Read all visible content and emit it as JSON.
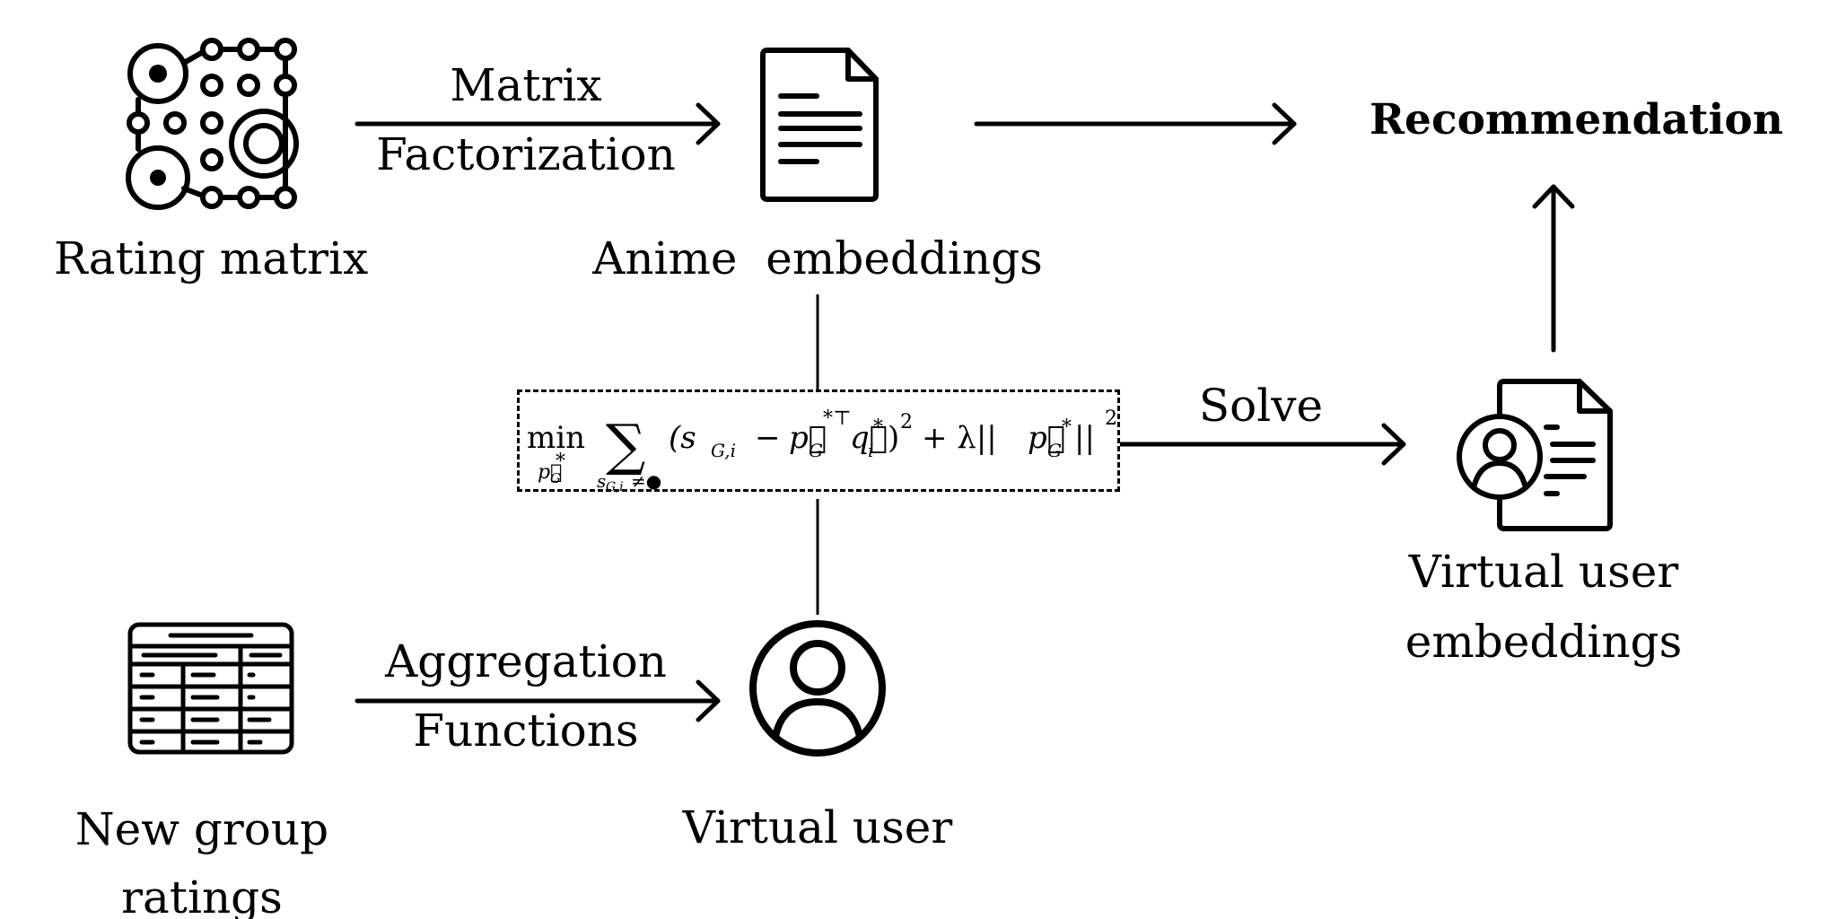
{
  "nodes": {
    "rating_matrix": {
      "label": "Rating matrix"
    },
    "anime_embeddings": {
      "label": "Anime  embeddings"
    },
    "recommendation": {
      "label": "Recommendation"
    },
    "virtual_user_embeddings": {
      "label_line1": "Virtual user",
      "label_line2": "embeddings"
    },
    "new_group_ratings": {
      "label_line1": "New group",
      "label_line2": "ratings"
    },
    "virtual_user": {
      "label": "Virtual user"
    }
  },
  "edges": {
    "matrix_factorization": {
      "line1": "Matrix",
      "line2": "Factorization"
    },
    "aggregation_functions": {
      "line1": "Aggregation",
      "line2": "Functions"
    },
    "solve": {
      "label": "Solve"
    }
  },
  "formula": {
    "min": "min",
    "min_sub": "p⃗",
    "min_sub_g": "G",
    "star": "*",
    "sum": "∑",
    "sum_sub": "s",
    "sum_sub_idx": "G,i",
    "sum_sub_rest": "≠●",
    "body": "(s",
    "body_sub": "G,i",
    "minus": "−",
    "p": "p⃗",
    "p_sub": "G",
    "p_sup": "*⊤",
    "q": "q⃗",
    "q_sub": "i",
    "q_sup": "*",
    "close": ")",
    "sq": "2",
    "plus_lambda": "+ λ||",
    "p2": "p⃗",
    "p2_sub": "G",
    "p2_sup": "*",
    "norm_close": "||",
    "sq2": "2"
  },
  "icons": {
    "rating_matrix": "rating-matrix-icon",
    "anime_embeddings": "document-icon",
    "virtual_user_embeddings": "user-document-icon",
    "new_group_ratings": "table-icon",
    "virtual_user": "user-circle-icon"
  },
  "colors": {
    "ink": "#000000",
    "background": "#ffffff"
  }
}
